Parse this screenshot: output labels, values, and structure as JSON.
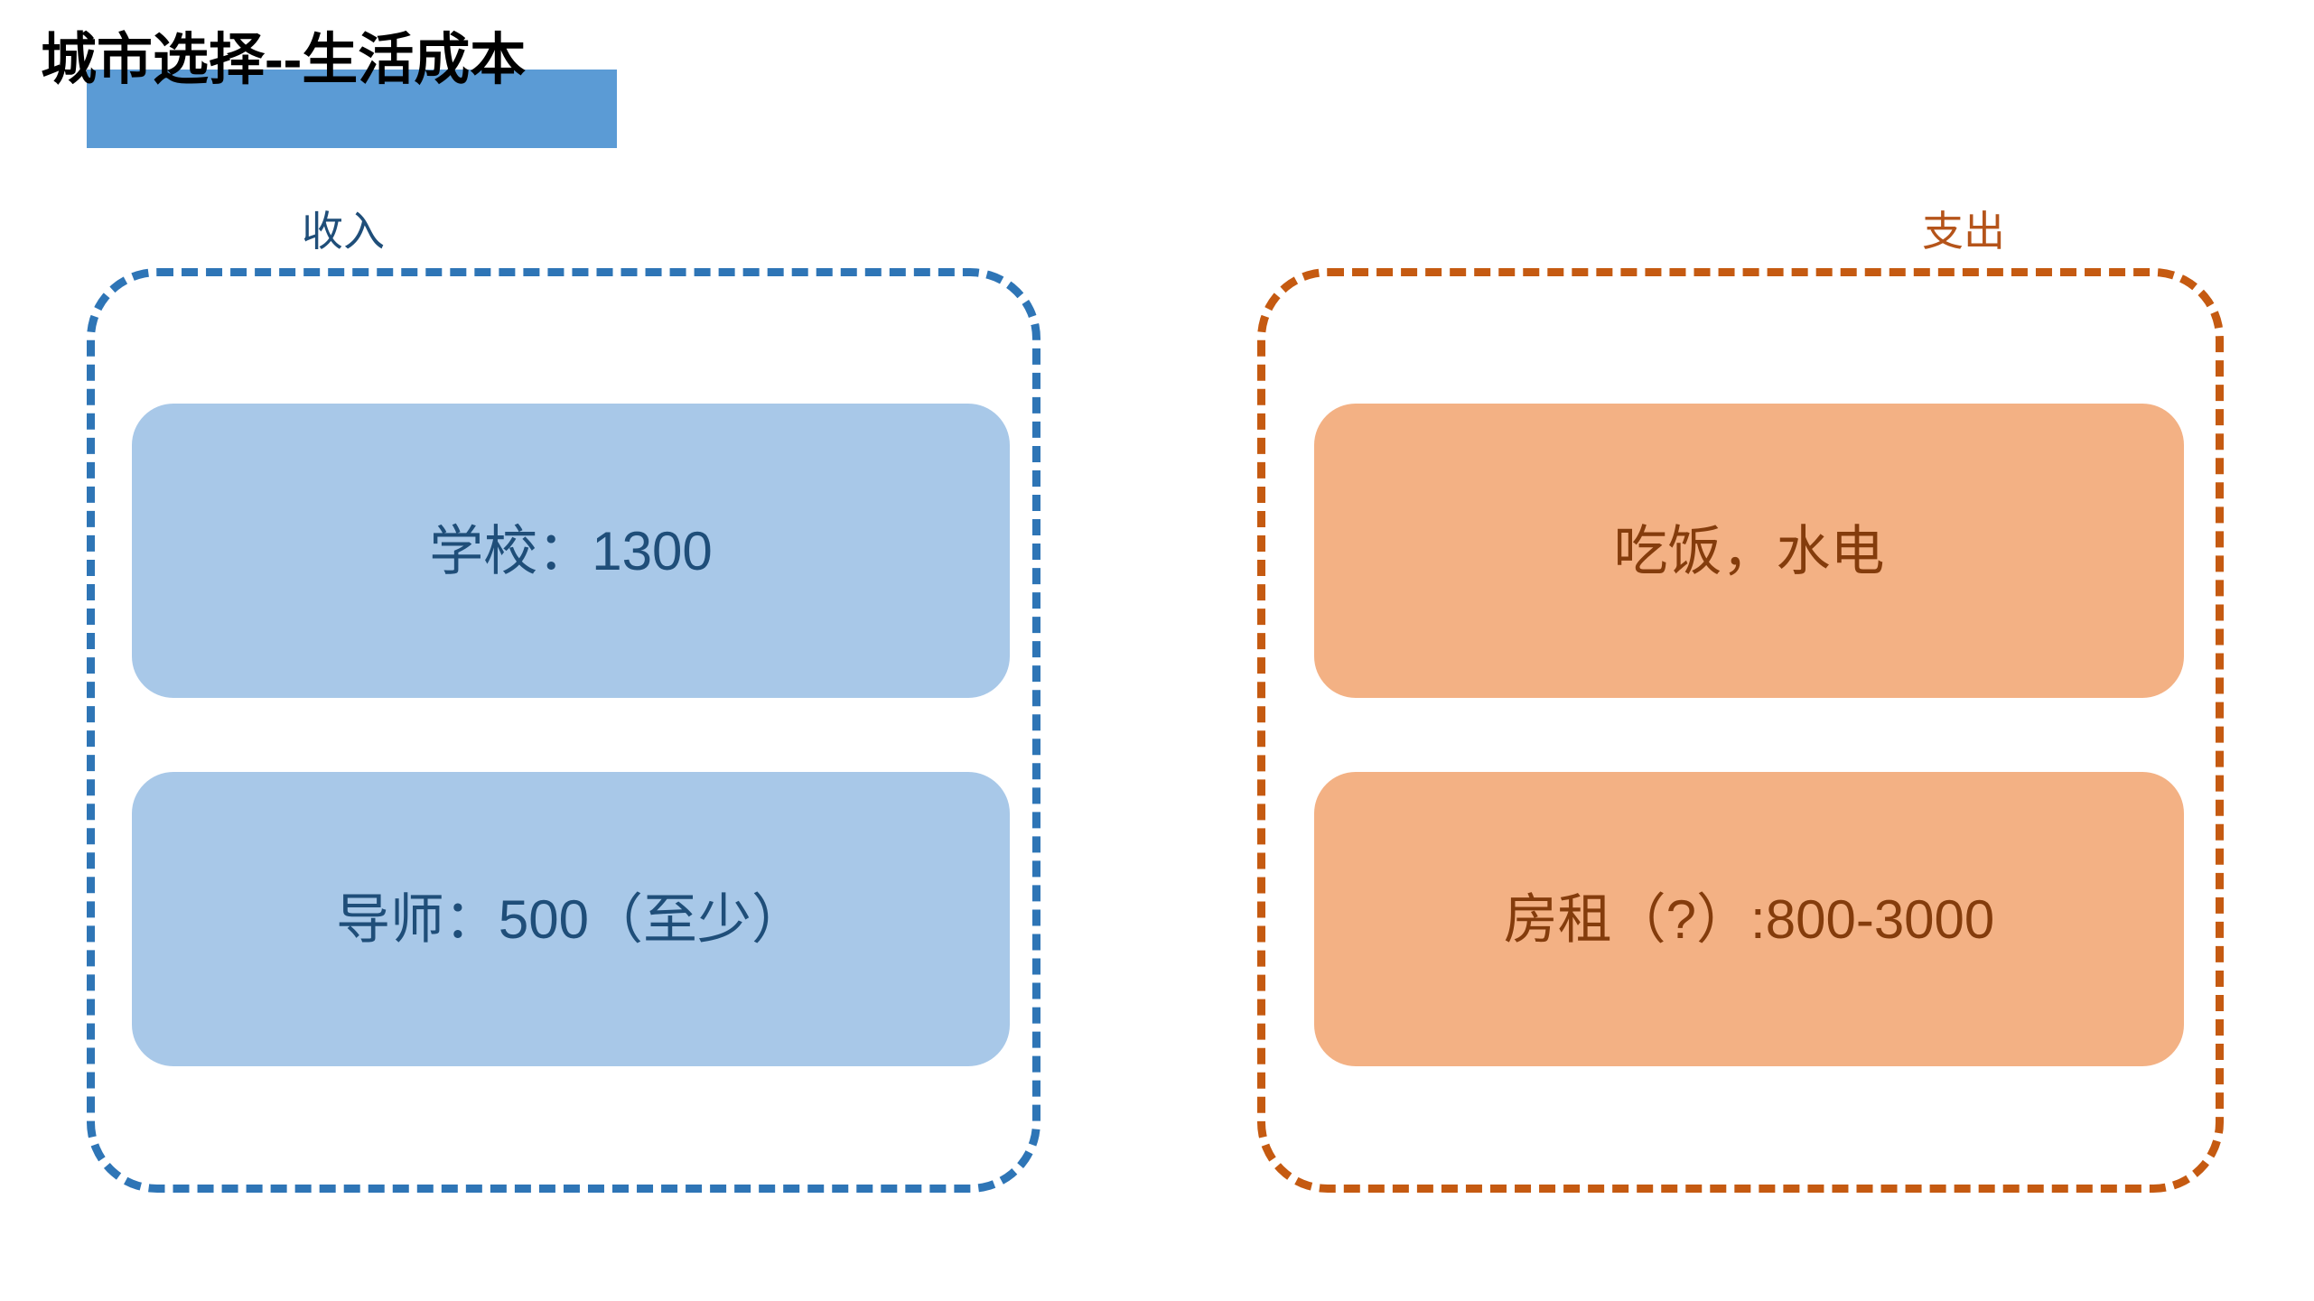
{
  "slide": {
    "title": "城市选择--生活成本",
    "title_band_color": "#5B9BD5",
    "title_text_color": "#000000",
    "background": "#ffffff"
  },
  "groups": [
    {
      "key": "income",
      "label": "收入",
      "border_color": "#2E75B6",
      "label_color": "#1F4E79",
      "card_fill": "#A8C8E8",
      "card_text_color": "#1F4E79",
      "cards": [
        {
          "text": "学校：1300"
        },
        {
          "text": "导师：500（至少）"
        }
      ]
    },
    {
      "key": "expense",
      "label": "支出",
      "border_color": "#C55A11",
      "label_color": "#B5541A",
      "card_fill": "#F3B184",
      "card_text_color": "#843C0C",
      "cards": [
        {
          "text": "吃饭，水电"
        },
        {
          "text": "房租（?）:800-3000"
        }
      ]
    }
  ]
}
